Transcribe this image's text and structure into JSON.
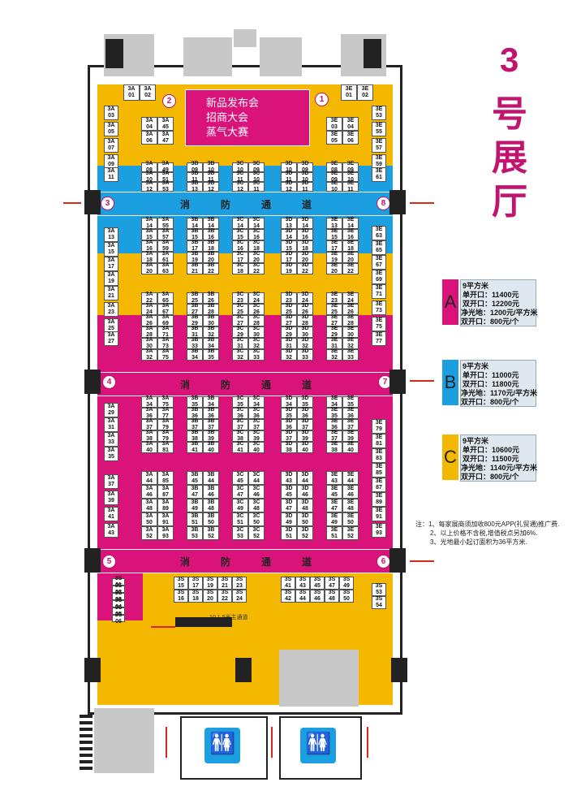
{
  "hall_title": [
    "3",
    "号",
    "展",
    "厅"
  ],
  "stage": {
    "lines": [
      "新品发布会",
      "招商大会",
      "蒸气大赛"
    ]
  },
  "aisles": [
    {
      "id": "aisle-1",
      "label": "消防通道",
      "left_num": "3",
      "right_num": "8"
    },
    {
      "id": "aisle-2",
      "label": "消防通道",
      "left_num": "4",
      "right_num": "7"
    },
    {
      "id": "aisle-3",
      "label": "消防通道",
      "left_num": "5",
      "right_num": "6"
    }
  ],
  "top_nums": {
    "left": "2",
    "right": "1"
  },
  "legend": [
    {
      "tag": "A",
      "color": "#d9137a",
      "area": "9平方米",
      "single": "单开口：11400元",
      "double": "双开口：12200元",
      "bare": "净光地：1200元/平方米",
      "double_opening": "双开口：800元/个"
    },
    {
      "tag": "B",
      "color": "#1b9fe0",
      "area": "9平方米",
      "single": "单开口：11000元",
      "double": "双开口：11800元",
      "bare": "净光地：1170元/平方米",
      "double_opening": "双开口：800元/个"
    },
    {
      "tag": "C",
      "color": "#f5b800",
      "area": "9平方米",
      "single": "单开口：10600元",
      "double": "双开口：11500元",
      "bare": "净光地：1140元/平方米",
      "double_opening": "双开口：800元/个"
    }
  ],
  "notes": [
    "注：1、每家展商须加收800元APP(礼贸通)推广费.",
    "2、以上价格不含税,增值税点另加6%.",
    "3、光地最小起订面积为36平方米."
  ],
  "main_passage": "10 1.5米主通道",
  "booths": {
    "top_small": [
      [
        "3A",
        "01"
      ],
      [
        "3A",
        "02"
      ],
      [
        "3E",
        "01"
      ],
      [
        "3E",
        "02"
      ]
    ],
    "left_col_3A": [
      "03",
      "05",
      "07",
      "09",
      "11",
      "13",
      "15",
      "17",
      "19",
      "21",
      "23",
      "25",
      "27",
      "29",
      "31",
      "33",
      "35",
      "37",
      "39",
      "41",
      "43"
    ],
    "right_col_3E": [
      "53",
      "55",
      "57",
      "59",
      "61",
      "63",
      "65",
      "67",
      "69",
      "71",
      "73",
      "75",
      "77",
      "79",
      "81",
      "83",
      "85",
      "87",
      "89",
      "91",
      "93"
    ],
    "bottom_3S_left": [
      "01",
      "02",
      "03",
      "04",
      "05",
      "06"
    ],
    "bottom_3S_mid_top": [
      "15",
      "17",
      "19",
      "21",
      "23"
    ],
    "bottom_3S_mid_bot": [
      "16",
      "18",
      "20",
      "22",
      "24"
    ],
    "bottom_3S_right_top": [
      "41",
      "43",
      "45",
      "47",
      "49"
    ],
    "bottom_3S_right_bot": [
      "42",
      "44",
      "46",
      "48",
      "50"
    ],
    "bottom_3S_edge": [
      "53",
      "54"
    ],
    "block_rows": [
      {
        "r": [
          "04",
          "06"
        ],
        "cols": [
          "3A",
          "3A",
          "3E",
          "3E"
        ],
        "L": [
          "04",
          "45"
        ],
        "R": [
          "03",
          "04"
        ]
      },
      {
        "r": [
          "08",
          "10",
          "12"
        ],
        "mid": true
      }
    ]
  },
  "toilet_icons": [
    "restroom-left",
    "restroom-right"
  ]
}
